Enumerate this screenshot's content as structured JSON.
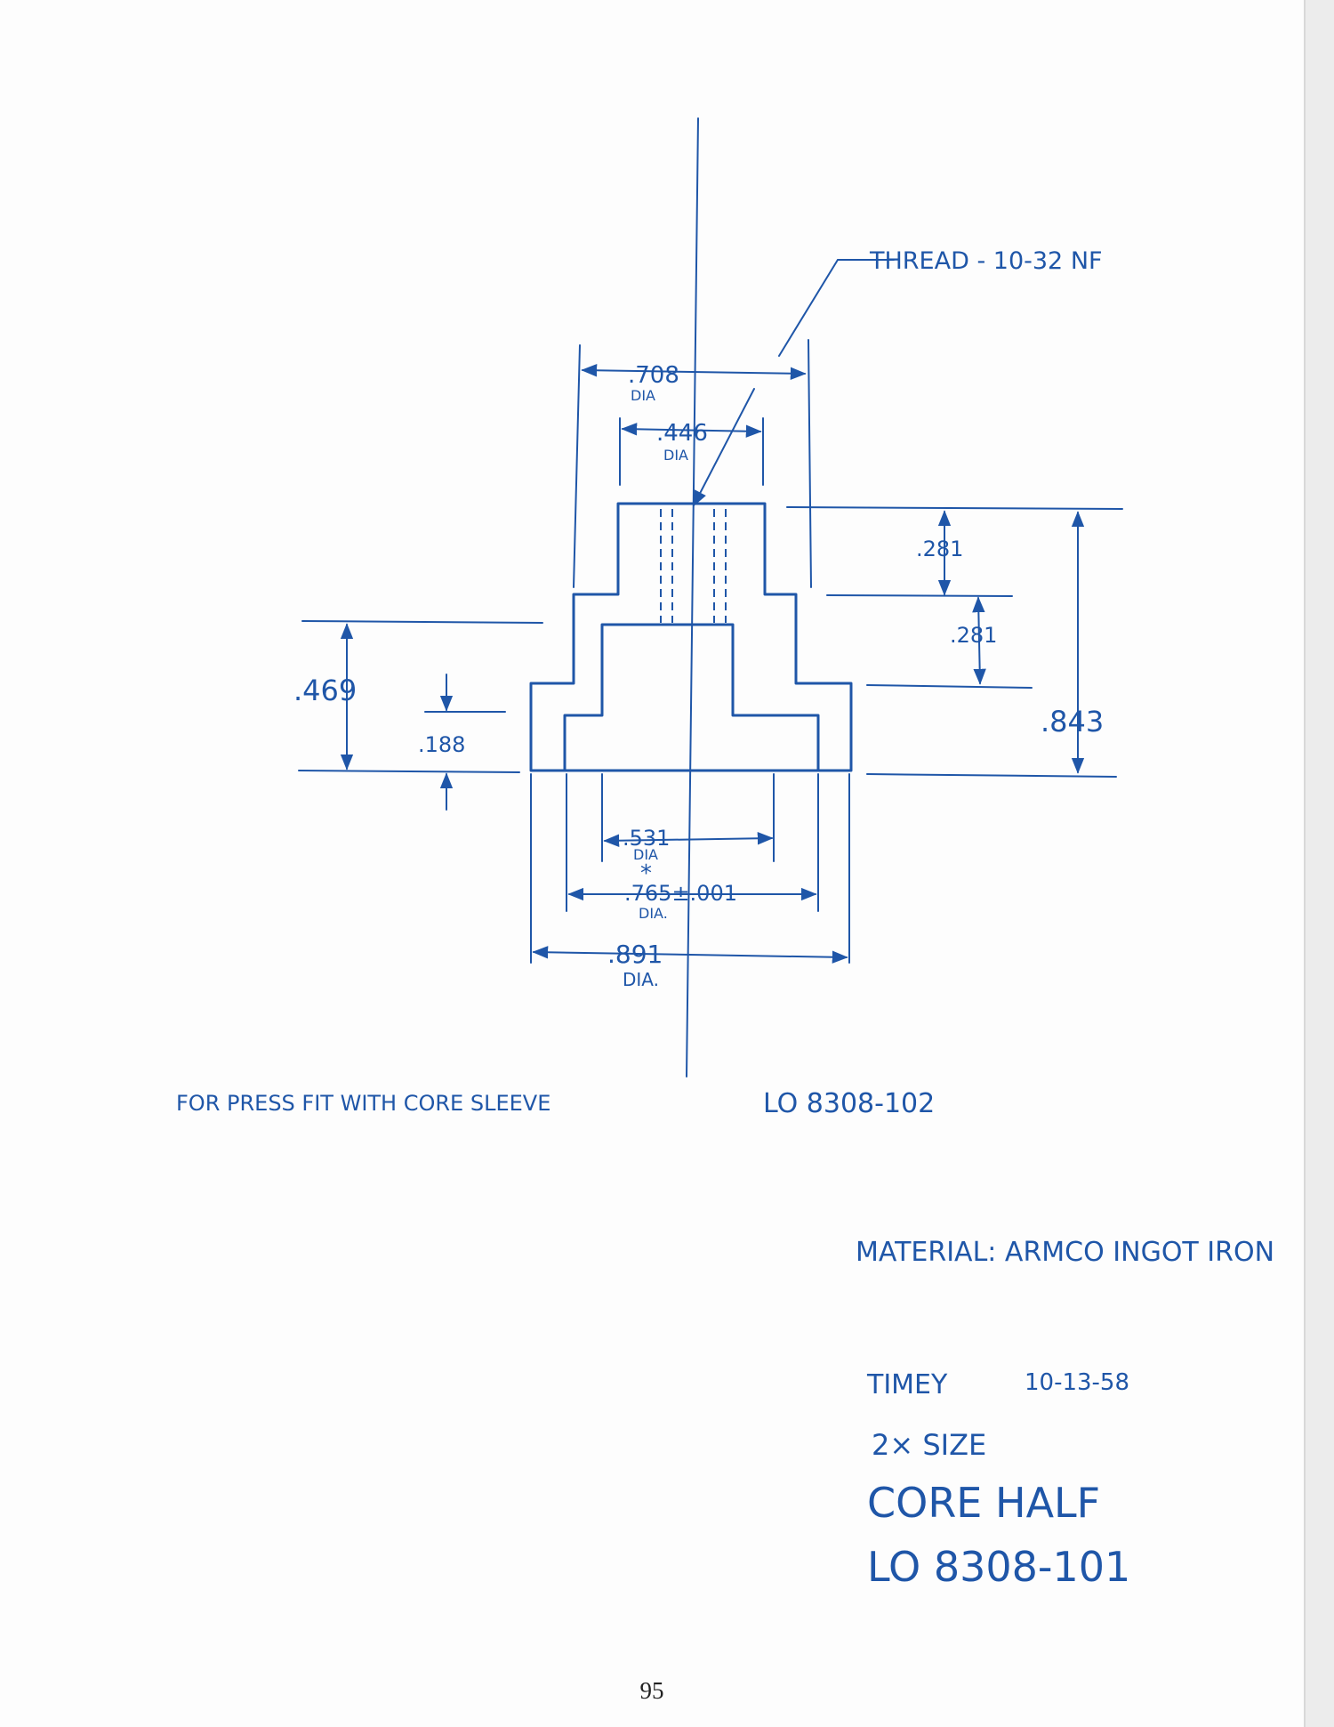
{
  "drawing": {
    "thread_note": "THREAD - 10-32 NF",
    "dims": {
      "d708": ".708",
      "d708_sub": "DIA",
      "d446": ".446",
      "d446_sub": "DIA",
      "d281a": ".281",
      "d281b": ".281",
      "d843": ".843",
      "d469": ".469",
      "d188": ".188",
      "d531": ".531",
      "d531_sub": "DIA",
      "star": "*",
      "d765": ".765±.001",
      "d765_sub": "DIA.",
      "d891": ".891",
      "d891_sub": "DIA."
    },
    "press_fit_note": "FOR PRESS FIT WITH CORE SLEEVE",
    "ref_part": "LO 8308-102",
    "material": "MATERIAL: ARMCO INGOT IRON",
    "signature": "TIMEY",
    "date": "10-13-58",
    "scale": "2× SIZE",
    "title": "CORE HALF",
    "part_number": "LO 8308-101"
  },
  "page_number": "95",
  "colors": {
    "ink": "#1f56a8",
    "paper": "#fdfdfd"
  }
}
